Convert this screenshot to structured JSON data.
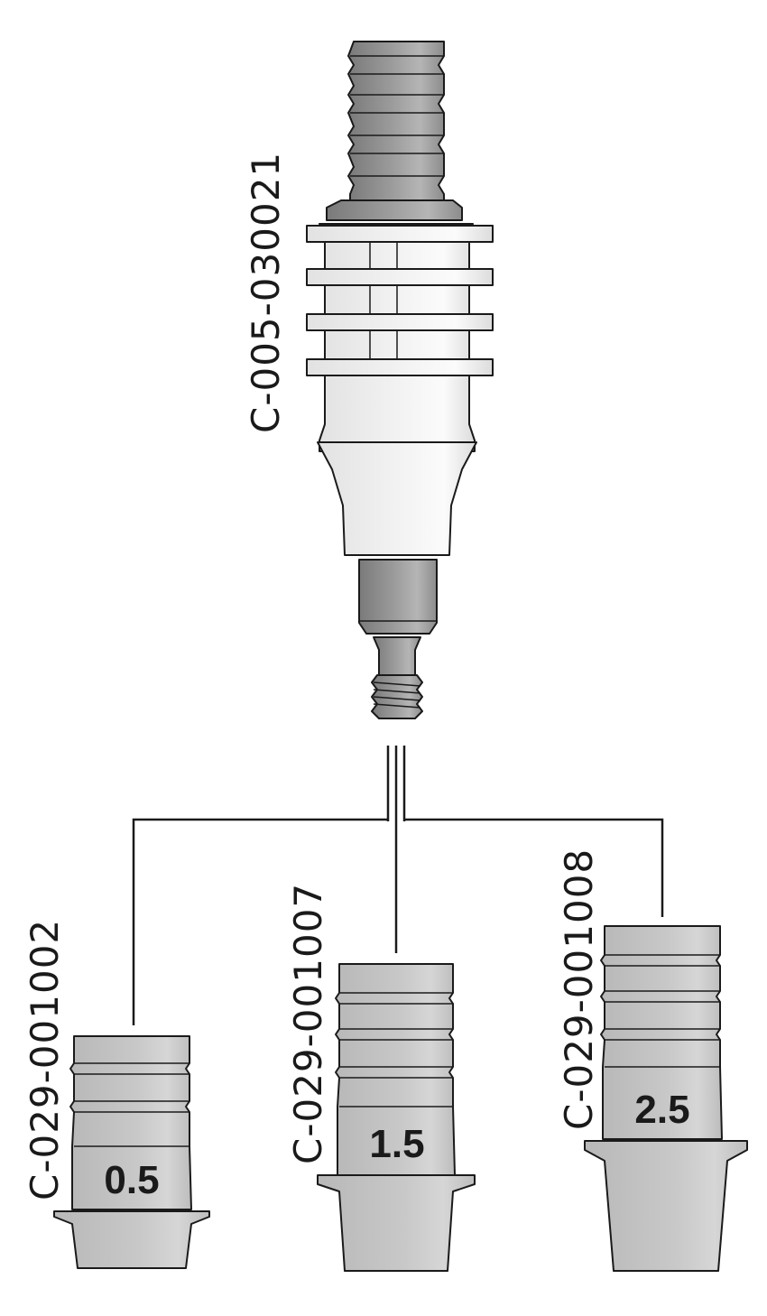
{
  "main_part": {
    "code": "C-005-030021"
  },
  "variants": [
    {
      "code": "C-029-001002",
      "size": "0.5"
    },
    {
      "code": "C-029-001007",
      "size": "1.5"
    },
    {
      "code": "C-029-001008",
      "size": "2.5"
    }
  ],
  "colors": {
    "dark_metal": "#8a8a8a",
    "light_metal": "#ececec",
    "variant_metal": "#c4c4c4",
    "outline": "#1a1a1a"
  }
}
